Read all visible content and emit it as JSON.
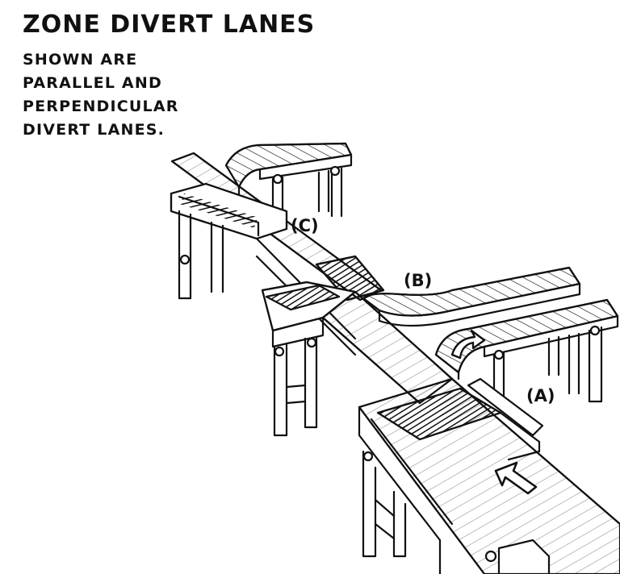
{
  "title": "ZONE DIVERT LANES",
  "subtitle_lines": [
    "SHOWN ARE",
    "PARALLEL AND",
    "PERPENDICULAR",
    "DIVERT LANES."
  ],
  "labels": {
    "a": "(A)",
    "b": "(B)",
    "c": "(C)"
  },
  "colors": {
    "ink": "#111111",
    "paper": "#ffffff",
    "shade": "#d9d9d9"
  }
}
